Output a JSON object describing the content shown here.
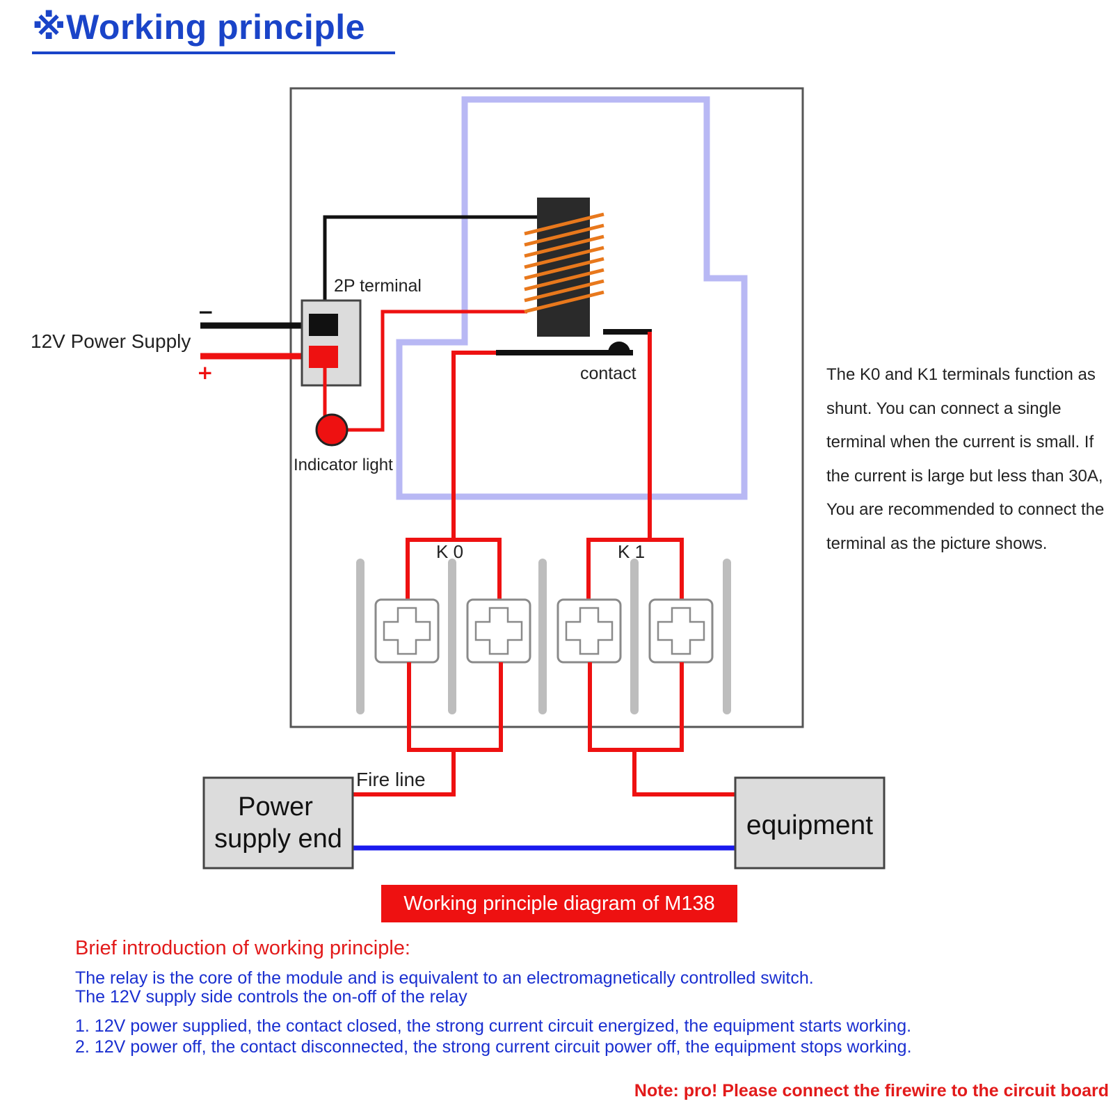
{
  "header": {
    "title": "※Working principle"
  },
  "diagram": {
    "labels": {
      "terminal_2p": "2P terminal",
      "power_supply_12v": "12V Power Supply",
      "minus_sign": "−",
      "plus_sign": "+",
      "indicator_light": "Indicator light",
      "contact": "contact",
      "k0": "K 0",
      "k1": "K 1",
      "fire_line": "Fire line",
      "power_supply_end_line1": "Power",
      "power_supply_end_line2": "supply end",
      "equipment": "equipment"
    },
    "colors": {
      "wire_red": "#ee1111",
      "wire_black": "#111111",
      "wire_blue": "#1a1aee",
      "frame_lavender": "#b8b8f4",
      "coil_orange": "#e8781c",
      "coil_core": "#2a2a2a",
      "board_border": "#555555",
      "rail_gray": "#bdbdbd",
      "box_fill": "#dcdcdc"
    }
  },
  "side_note": {
    "text": "The K0 and K1 terminals function as shunt. You can connect a single terminal when the current is small. If the current is large but less than 30A, You are recommended to connect the terminal as the picture shows."
  },
  "caption": {
    "text": "Working principle diagram of M138"
  },
  "intro": {
    "heading": "Brief introduction of working principle:",
    "line1": "The relay is the core of the module and is equivalent to an electromagnetically controlled switch.",
    "line2": "The 12V supply side controls the on-off of the relay",
    "item1": "1. 12V power supplied, the contact closed, the strong current circuit energized, the equipment starts working.",
    "item2": "2. 12V power off, the contact disconnected, the strong current circuit power off, the equipment stops working."
  },
  "note": {
    "text": "Note: pro! Please connect the firewire to the circuit board"
  }
}
